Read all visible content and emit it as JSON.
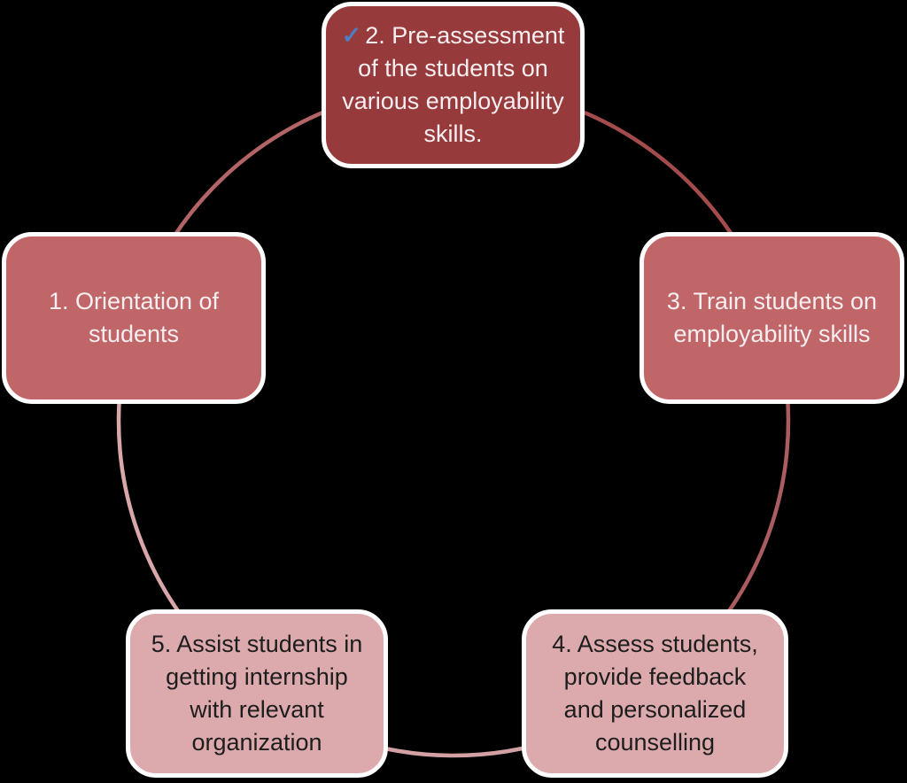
{
  "diagram": {
    "type": "cycle",
    "background_color": "#000000",
    "nodes": [
      {
        "id": "step-1",
        "label": "1. Orientation of students",
        "fill": "#c16668",
        "text_color": "#f6eef0"
      },
      {
        "id": "step-2",
        "check_icon": "✓",
        "check_color": "#4f7dc0",
        "label": "2. Pre-assessment of the students on various employability skills.",
        "fill": "#973a3b",
        "text_color": "#f6eef0"
      },
      {
        "id": "step-3",
        "label": "3. Train students on employability skills",
        "fill": "#c16668",
        "text_color": "#f6eef0"
      },
      {
        "id": "step-4",
        "label": "4. Assess students, provide feedback and personalized counselling",
        "fill": "#dcaaad",
        "text_color": "#1d1d1d"
      },
      {
        "id": "step-5",
        "label": "5. Assist students in getting internship with relevant organization",
        "fill": "#dcaaad",
        "text_color": "#1d1d1d"
      }
    ],
    "connector_circle": {
      "border_color": "#ffffff",
      "segments": [
        {
          "from": "step-2",
          "to": "step-3",
          "color": "#a34b4d"
        },
        {
          "from": "step-3",
          "to": "step-4",
          "color": "#aa5c60"
        },
        {
          "from": "step-4",
          "to": "step-5",
          "color": "#d3a0a3"
        },
        {
          "from": "step-5",
          "to": "step-1",
          "color": "#d9a7aa"
        },
        {
          "from": "step-1",
          "to": "step-2",
          "color": "#b26467"
        }
      ]
    }
  }
}
